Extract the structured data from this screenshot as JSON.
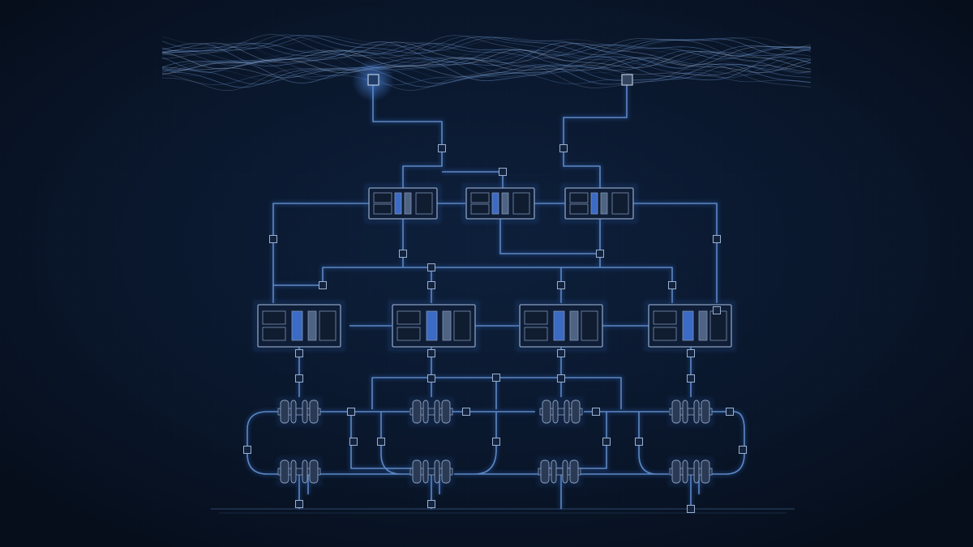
{
  "palette": {
    "background": "#0b1a30",
    "grid": "#13264a",
    "wire": "#5d88c4",
    "wire_glow": "#2d5fb0",
    "node_fill": "#0f1e36",
    "node_stroke": "#8aa2c4",
    "slot_dark": "#101c30",
    "slot_blue": "#3b6bc4",
    "slot_gray": "#4f6482",
    "wave": "#6f9ad8"
  },
  "diagram": {
    "text_labels": [],
    "sources": [
      {
        "id": "src-left",
        "glow": true
      },
      {
        "id": "src-right",
        "glow": false
      }
    ],
    "tiers": [
      {
        "tier": 1,
        "units": [
          "t1-left",
          "t1-mid",
          "t1-right"
        ]
      },
      {
        "tier": 2,
        "units": [
          "t2-a",
          "t2-b",
          "t2-c",
          "t2-d"
        ]
      },
      {
        "tier": 3,
        "units": [
          "t3-a",
          "t3-b",
          "t3-c",
          "t3-d"
        ]
      }
    ],
    "icons": {
      "source": "square-node-icon",
      "tier_unit": "server-rack-icon",
      "bottom_unit": "roller-assembly-icon",
      "junction": "junction-node-icon",
      "flow": "signal-wave-icon"
    }
  }
}
